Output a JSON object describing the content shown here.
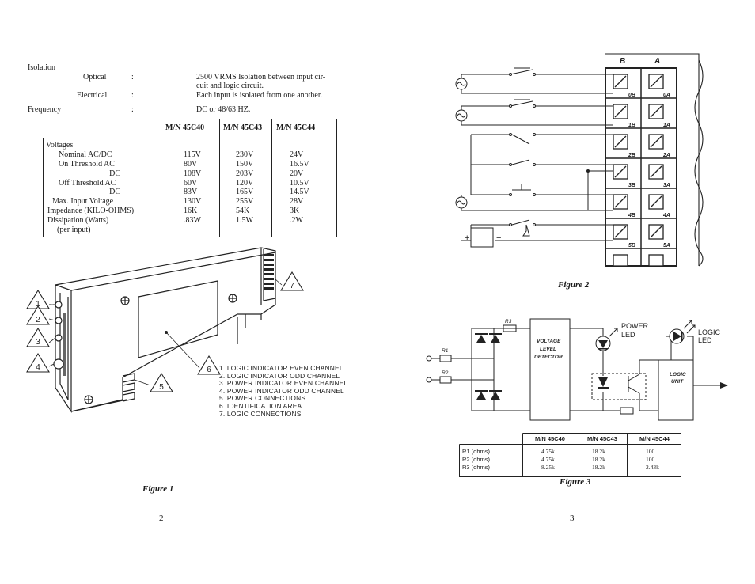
{
  "left_page": {
    "spec": {
      "isolation_label": "Isolation",
      "optical_label": "Optical",
      "optical_value_1": "2500 VRMS Isolation between input cir-",
      "optical_value_2": "cuit and logic circuit.",
      "electrical_label": "Electrical",
      "electrical_value": "Each input is isolated from one another.",
      "frequency_label": "Frequency",
      "frequency_value": "DC or 48/63 HZ.",
      "colon": ":"
    },
    "table": {
      "headers": [
        "M/N 45C40",
        "M/N 45C43",
        "M/N 45C44"
      ],
      "row_labels": [
        "Voltages",
        "Nominal AC/DC",
        "On Threshold AC",
        "DC",
        "Off Threshold AC",
        "DC",
        "Max. Input Voltage",
        "Impedance (KILO-OHMS)",
        "Dissipation (Watts)",
        "(per input)"
      ],
      "col1": [
        "",
        "115V",
        "80V",
        "108V",
        "60V",
        "83V",
        "130V",
        "16K",
        ".83W"
      ],
      "col2": [
        "",
        "230V",
        "150V",
        "203V",
        "120V",
        "165V",
        "255V",
        "54K",
        "1.5W"
      ],
      "col3": [
        "",
        "24V",
        "16.5V",
        "20V",
        "10.5V",
        "14.5V",
        "28V",
        "3K",
        ".2W"
      ]
    },
    "legend": [
      "1. LOGIC INDICATOR EVEN CHANNEL",
      "2. LOGIC INDICATOR ODD CHANNEL",
      "3. POWER INDICATOR EVEN CHANNEL",
      "4. POWER INDICATOR ODD CHANNEL",
      "5. POWER CONNECTIONS",
      "6. IDENTIFICATION AREA",
      "7. LOGIC CONNECTIONS"
    ],
    "callouts": [
      "1",
      "2",
      "3",
      "4",
      "5",
      "6",
      "7"
    ],
    "figure_caption": "Figure 1",
    "page_number": "2"
  },
  "right_page": {
    "terminal_header_b": "B",
    "terminal_header_a": "A",
    "terminal_labels": [
      "0B",
      "0A",
      "1B",
      "1A",
      "2B",
      "2A",
      "3B",
      "3A",
      "4B",
      "4A",
      "5B",
      "5A"
    ],
    "plus_sign": "+",
    "minus_sign": "−",
    "figure2_caption": "Figure 2",
    "circuit": {
      "r1": "R1",
      "r2": "R2",
      "r3": "R3",
      "voltage_detector": [
        "VOLTAGE",
        "LEVEL",
        "DETECTOR"
      ],
      "power_led": [
        "POWER",
        "LED"
      ],
      "logic_led": [
        "LOGIC",
        "LED"
      ],
      "logic_unit": [
        "LOGIC",
        "UNIT"
      ]
    },
    "table3": {
      "headers": [
        "M/N 45C40",
        "M/N 45C43",
        "M/N 45C44"
      ],
      "rows": [
        {
          "label": "R1 (ohms)",
          "values": [
            "4.75k",
            "18.2k",
            "100"
          ]
        },
        {
          "label": "R2 (ohms)",
          "values": [
            "4.75k",
            "18.2k",
            "100"
          ]
        },
        {
          "label": "R3 (ohms)",
          "values": [
            "8.25k",
            "18.2k",
            "2.43k"
          ]
        }
      ]
    },
    "figure3_caption": "Figure 3",
    "page_number": "3"
  }
}
